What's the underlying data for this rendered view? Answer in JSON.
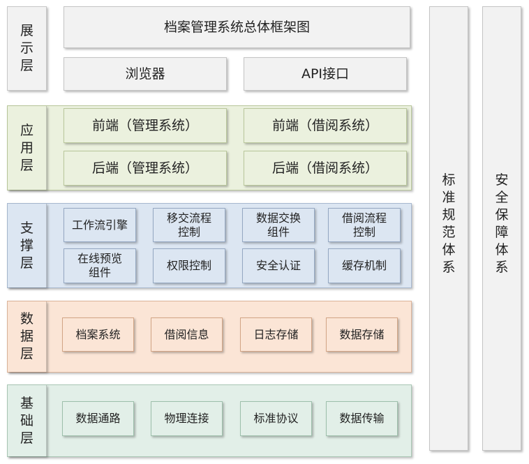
{
  "presentation_layer": {
    "label": "展\n示\n层",
    "title": "档案管理系统总体框架图",
    "modules": [
      "浏览器",
      "API接口"
    ]
  },
  "application_layer": {
    "label": "应\n用\n层",
    "modules": [
      "前端（管理系统）",
      "前端（借阅系统）",
      "后端（管理系统）",
      "后端（借阅系统）"
    ]
  },
  "support_layer": {
    "label": "支\n撑\n层",
    "modules": [
      "工作流引擎",
      "移交流程\n控制",
      "数据交换\n组件",
      "借阅流程\n控制",
      "在线预览\n组件",
      "权限控制",
      "安全认证",
      "缓存机制"
    ]
  },
  "data_layer": {
    "label": "数\n据\n层",
    "modules": [
      "档案系统",
      "借阅信息",
      "日志存储",
      "数据存储"
    ]
  },
  "base_layer": {
    "label": "基\n础\n层",
    "modules": [
      "数据通路",
      "物理连接",
      "标准协议",
      "数据传输"
    ]
  },
  "pillars": {
    "standards": "标\n准\n规\n范\n体\n系",
    "security": "安\n全\n保\n障\n体\n系"
  },
  "colors": {
    "presentation": "#f2f2f2",
    "application": "#ebf1de",
    "support": "#dce6f2",
    "data": "#fbe5d6",
    "base": "#e2efe8"
  }
}
